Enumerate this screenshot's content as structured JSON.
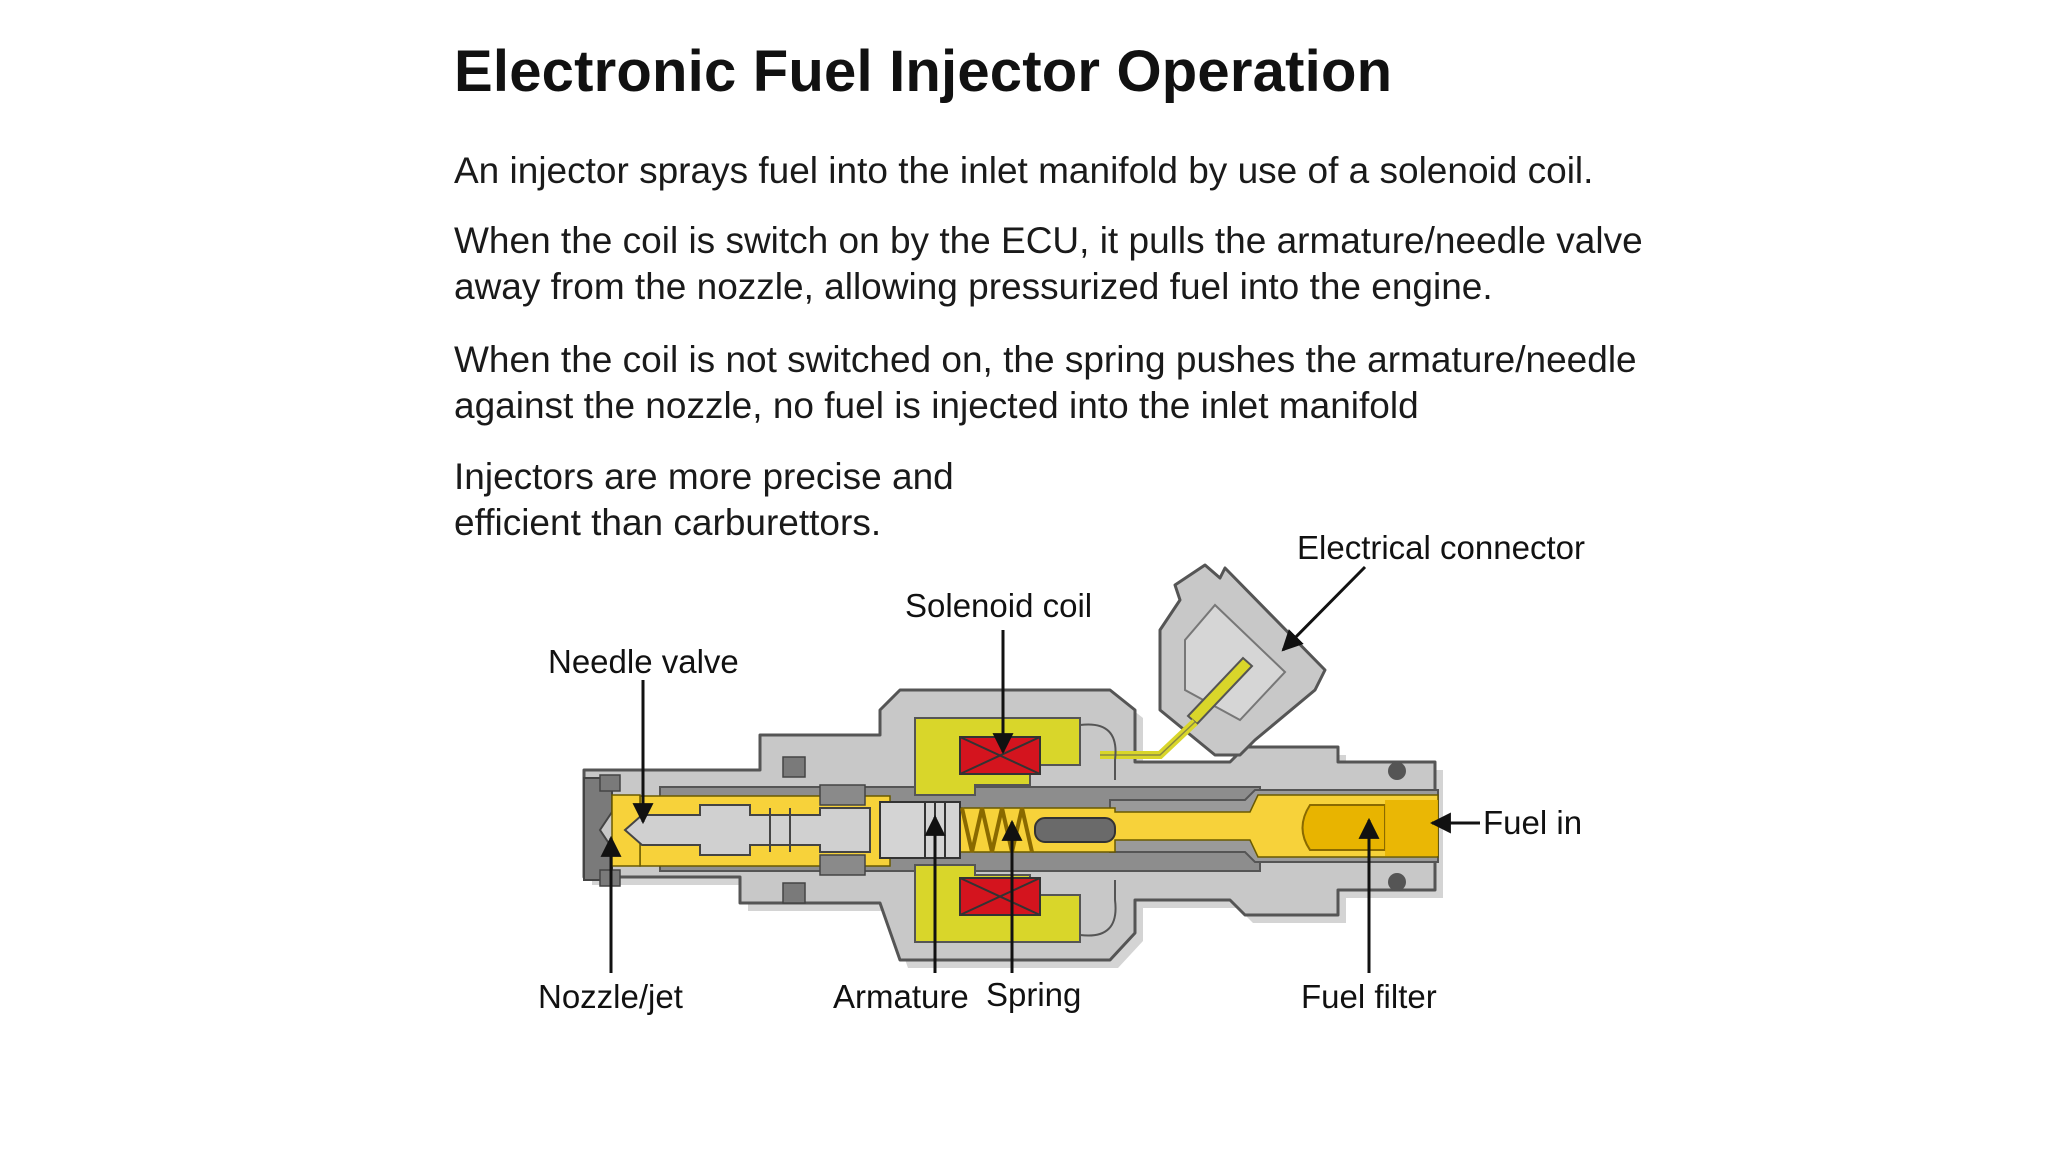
{
  "slide": {
    "title": "Electronic Fuel Injector Operation",
    "paragraphs": [
      [
        "An injector sprays fuel into the inlet manifold by use of a solenoid coil."
      ],
      [
        "When the coil is switch on by the ECU, it pulls the armature/needle valve",
        "away from the nozzle, allowing pressurized fuel into the engine."
      ],
      [
        "When the coil is not switched on, the spring pushes the armature/needle",
        "against the nozzle, no fuel is injected into the inlet manifold"
      ],
      [
        "Injectors are more precise and",
        "efficient than carburettors."
      ]
    ]
  },
  "diagram": {
    "labels": {
      "electrical_connector": "Electrical connector",
      "solenoid_coil": "Solenoid coil",
      "needle_valve": "Needle valve",
      "fuel_in": "Fuel in",
      "nozzle_jet": "Nozzle/jet",
      "armature": "Armature",
      "spring": "Spring",
      "fuel_filter": "Fuel filter"
    },
    "colors": {
      "body": "#c8c8c8",
      "body_outline": "#555555",
      "fuel": "#f7d23a",
      "fuel_dark": "#e8b400",
      "coil_yellow": "#d9d62a",
      "coil_red": "#d4141e",
      "metal_dark": "#6a6a6a"
    }
  }
}
